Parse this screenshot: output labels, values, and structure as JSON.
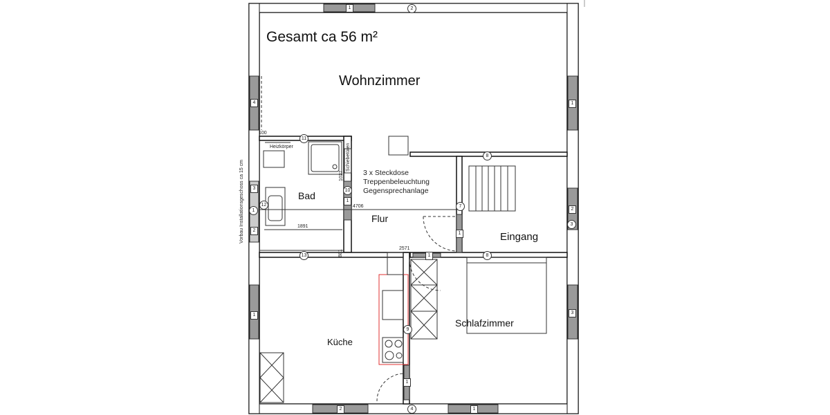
{
  "title": "Gesamt ca 56 m²",
  "rooms": {
    "wohnzimmer": "Wohnzimmer",
    "bad": "Bad",
    "flur": "Flur",
    "eingang": "Eingang",
    "schlafzimmer": "Schlafzimmer",
    "kueche": "Küche"
  },
  "notes": {
    "line1": "3 x Steckdose",
    "line2": "Treppenbeleuchtung",
    "line3": "Gegensprechanlage",
    "heizkoerper": "Heizkörper",
    "schiebetueren": "Schiebetüren",
    "vorbau": "Vorbau Installationsgeschoss ca 15 cm"
  },
  "dimensions": {
    "d1891": "1891",
    "d4706": "4706",
    "d1027": "1027",
    "d2571": "2571",
    "d100": "100",
    "d881": "881"
  },
  "markers": [
    "1",
    "2",
    "3",
    "4",
    "7",
    "8",
    "9",
    "10",
    "11",
    "12",
    "13"
  ],
  "window_labels": [
    "1",
    "2",
    "3",
    "4"
  ],
  "colors": {
    "wall": "#111111",
    "window_fill": "#9a9a9a",
    "kitchen_outline": "#e03030"
  }
}
